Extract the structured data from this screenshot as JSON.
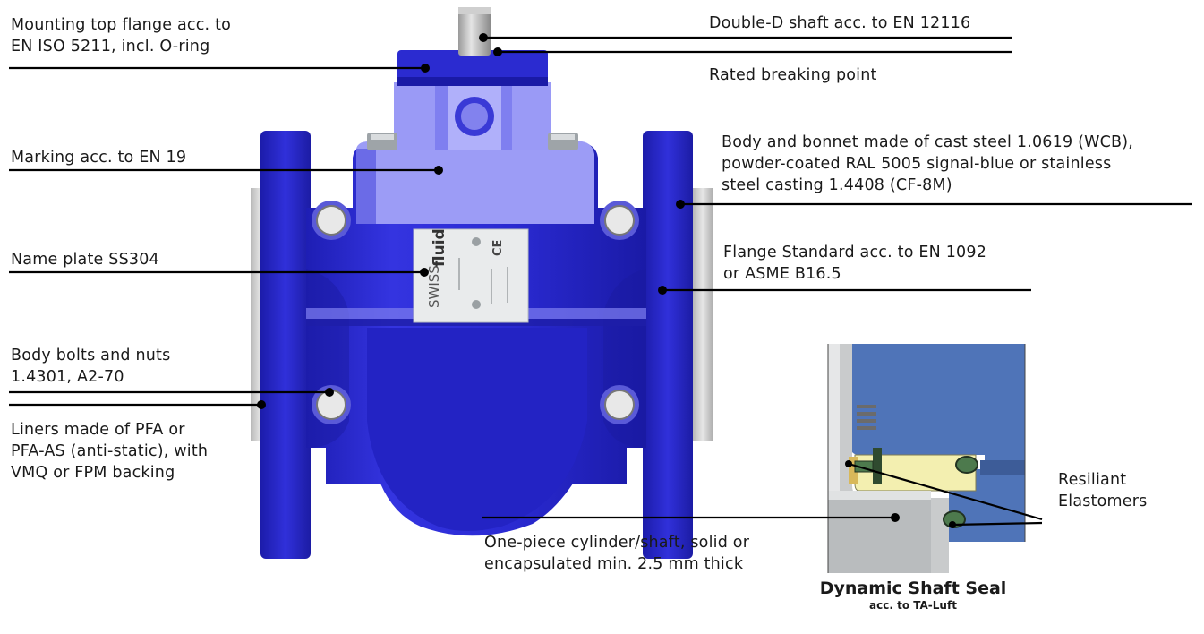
{
  "callouts": {
    "mounting_flange": "Mounting top flange acc. to\nEN ISO 5211, incl. O-ring",
    "double_d_shaft": "Double-D shaft acc. to EN 12116",
    "rated_breaking": "Rated breaking point",
    "body_bonnet": "Body and bonnet made of cast steel 1.0619 (WCB),\npowder-coated RAL 5005 signal-blue or stainless\nsteel casting 1.4408 (CF-8M)",
    "marking": "Marking acc. to  EN 19",
    "name_plate": "Name plate SS304",
    "flange_standard": "Flange Standard acc. to EN 1092\nor ASME B16.5",
    "body_bolts": "Body bolts and nuts\n1.4301, A2-70",
    "liners": "Liners made of PFA or\nPFA-AS (anti-static), with\nVMQ or FPM backing",
    "resiliant": "Resiliant\nElastomers",
    "cylinder_shaft": "One-piece cylinder/shaft, solid or\nencapsulated min. 2.5 mm thick"
  },
  "plate": {
    "brand_a": "SWISS",
    "brand_b": "fluid",
    "ce_mark": "CE"
  },
  "caption": {
    "title": "Dynamic Shaft Seal",
    "subtitle": "acc. to TA-Luft"
  },
  "colors": {
    "body_blue": "#2d2dd6",
    "body_dark": "#1c1ca8",
    "body_light": "#9a9af6",
    "seal_blue": "#4f74b8",
    "seal_yellow": "#f3efb0",
    "steel_grey": "#c9cbcc"
  }
}
